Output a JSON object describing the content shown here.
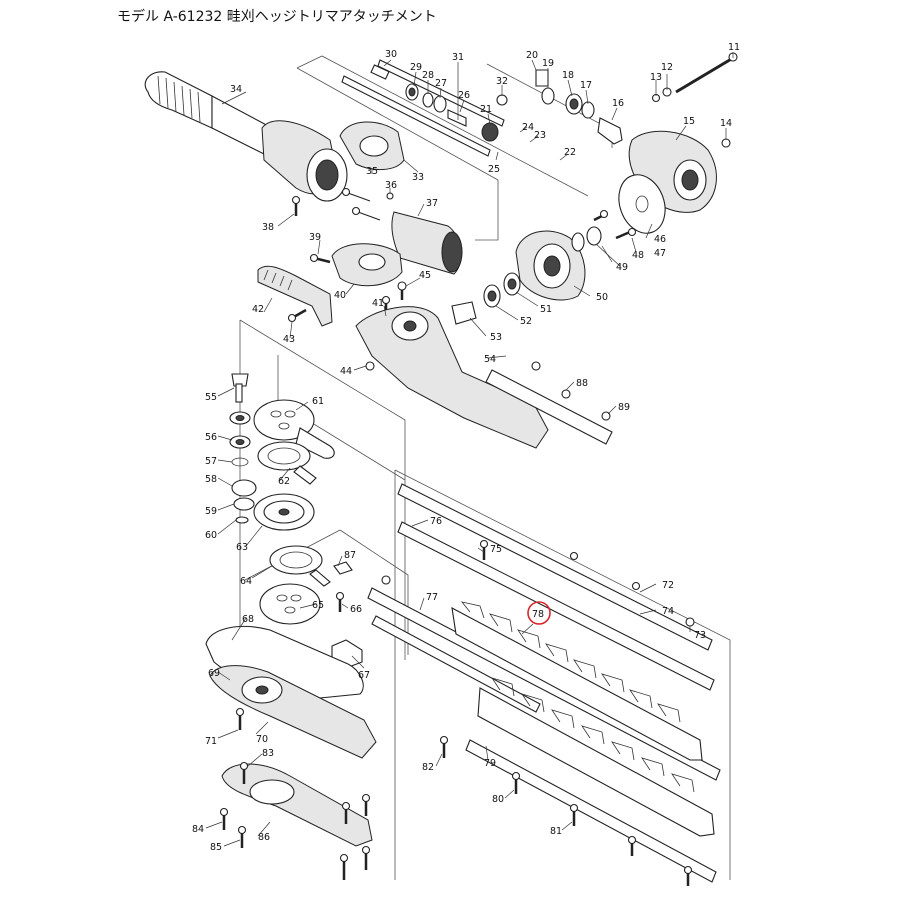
{
  "title": "モデル A-61232 畦刈ヘッジトリマアタッチメント",
  "highlight_color": "#d9262c",
  "highlighted_part": "78",
  "parts": [
    "11",
    "12",
    "13",
    "14",
    "15",
    "16",
    "17",
    "18",
    "19",
    "20",
    "21",
    "22",
    "23",
    "24",
    "25",
    "26",
    "27",
    "28",
    "29",
    "30",
    "31",
    "32",
    "33",
    "34",
    "35",
    "36",
    "37",
    "38",
    "39",
    "40",
    "41",
    "42",
    "43",
    "44",
    "45",
    "46",
    "47",
    "48",
    "49",
    "50",
    "51",
    "52",
    "53",
    "54",
    "55",
    "56",
    "57",
    "58",
    "59",
    "60",
    "61",
    "62",
    "63",
    "64",
    "65",
    "66",
    "67",
    "68",
    "69",
    "70",
    "71",
    "72",
    "73",
    "74",
    "75",
    "76",
    "77",
    "78",
    "79",
    "80",
    "81",
    "82",
    "83",
    "84",
    "85",
    "86",
    "87",
    "88",
    "89"
  ]
}
